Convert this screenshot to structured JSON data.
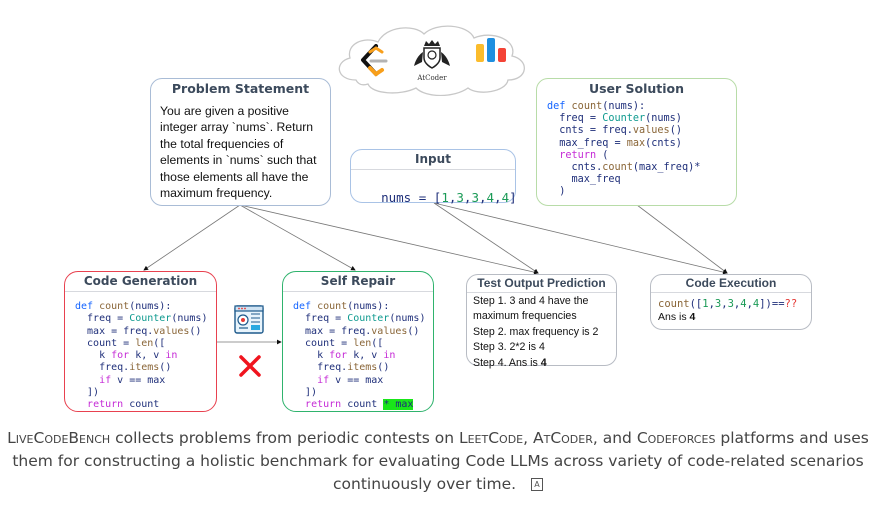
{
  "cloud": {
    "logos": [
      {
        "name": "LeetCode",
        "icon": "leetcode-logo-icon",
        "colors": [
          "#000000",
          "#f89f1b",
          "#b3b3b3"
        ]
      },
      {
        "name": "AtCoder",
        "icon": "atcoder-logo-icon",
        "label": "AtCoder"
      },
      {
        "name": "Codeforces",
        "icon": "codeforces-logo-icon",
        "colors": [
          "#fbbc2c",
          "#1e8fe0",
          "#f44336"
        ]
      }
    ]
  },
  "problem_statement": {
    "title": "Problem Statement",
    "text": "You are given a positive integer array `nums`. Return the total frequencies of elements in `nums` such that those elements all have the maximum frequency.",
    "border_color": "#a9bcd6"
  },
  "input": {
    "title": "Input",
    "var": "nums",
    "op": " = ",
    "values": [
      "1",
      "3",
      "3",
      "4",
      "4"
    ],
    "border_color": "#a9c3e6"
  },
  "user_solution": {
    "title": "User Solution",
    "lines": [
      "def count(nums):",
      "  freq = Counter(nums)",
      "  cnts = freq.values()",
      "  max_freq = max(cnts)",
      "  return (",
      "    cnts.count(max_freq)*",
      "    max_freq",
      "  )"
    ],
    "border_color": "#b8dca8"
  },
  "code_generation": {
    "title": "Code Generation",
    "lines": [
      "def count(nums):",
      "  freq = Counter(nums)",
      "  max = freq.values()",
      "  count = len([",
      "    k for k, v in",
      "    freq.items()",
      "    if v == max",
      "  ])",
      "  return count"
    ],
    "border_color": "#e8414f"
  },
  "self_repair": {
    "title": "Self Repair",
    "lines": [
      "def count(nums):",
      "  freq = Counter(nums)",
      "  max = freq.values()",
      "  count = len([",
      "    k for k, v in",
      "    freq.items()",
      "    if v == max",
      "  ])",
      "  return count"
    ],
    "fix": "* max",
    "border_color": "#2fb36d"
  },
  "test_output_prediction": {
    "title": "Test Output Prediction",
    "steps": [
      {
        "text": "Step 1. 3 and 4  have the maximum frequencies",
        "bold": ""
      },
      {
        "text": "Step 2. max frequency is 2",
        "bold": ""
      },
      {
        "text": "Step 3. 2*2 is 4",
        "bold": ""
      },
      {
        "text": "Step 4. Ans is ",
        "bold": "4"
      }
    ]
  },
  "code_execution": {
    "title": "Code Execution",
    "call_fn": "count",
    "call_args": [
      "1",
      "3",
      "3",
      "4",
      "4"
    ],
    "call_tail": "==",
    "unknown": "??",
    "answer_prefix": "Ans is ",
    "answer": "4"
  },
  "feedback": {
    "icon": "debug-window-icon",
    "fail_icon": "red-x-icon"
  },
  "caption": {
    "benchmark": "LiveCodeBench",
    "text1": " collects problems from periodic contests on ",
    "p1": "LeetCode",
    "sep1": ", ",
    "p2": "AtCoder",
    "sep2": ", and ",
    "p3": "Codeforces",
    "text2": " platforms and uses them for constructing a holistic benchmark for evaluating Code LLMs across variety of code-related scenarios continuously over time.",
    "badge": "A"
  }
}
